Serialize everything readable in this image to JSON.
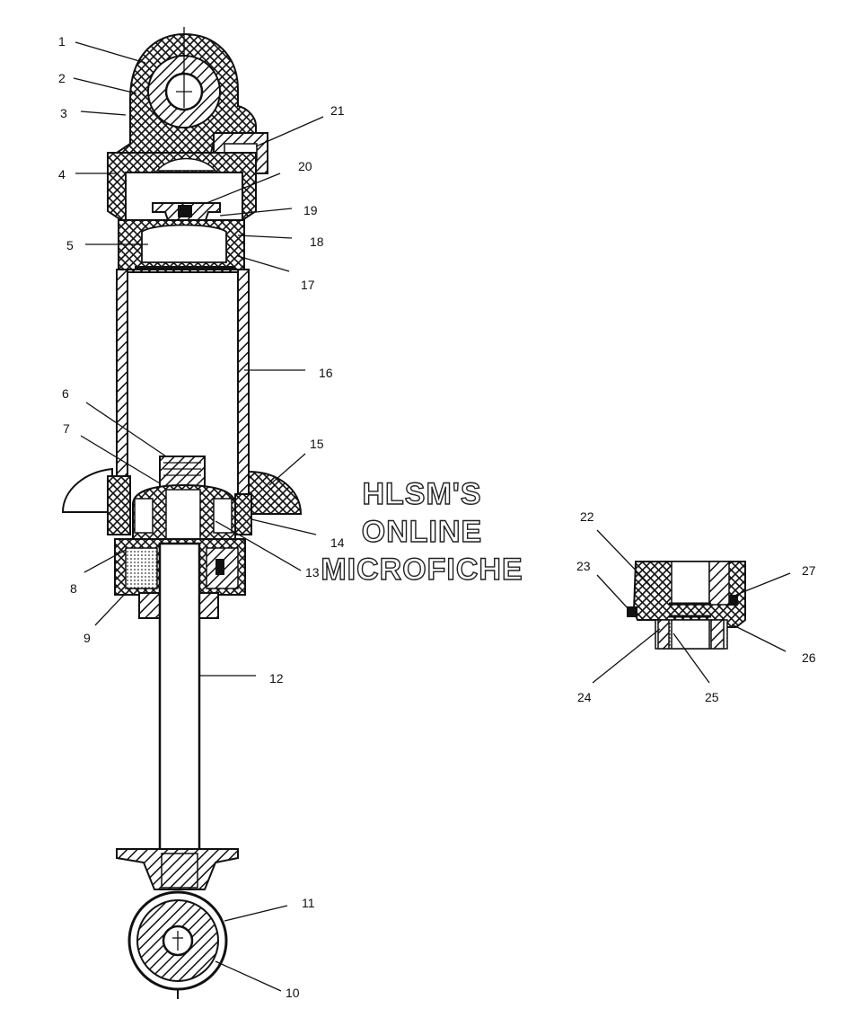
{
  "watermark": {
    "line1": "HLSM'S",
    "line2": "ONLINE",
    "line3": "MICROFICHE"
  },
  "callouts": [
    "1",
    "2",
    "3",
    "4",
    "5",
    "6",
    "7",
    "8",
    "9",
    "10",
    "11",
    "12",
    "13",
    "14",
    "15",
    "16",
    "17",
    "18",
    "19",
    "20",
    "21",
    "22",
    "23",
    "24",
    "25",
    "26",
    "27"
  ],
  "colors": {
    "ink": "#111111",
    "paper": "#ffffff"
  }
}
